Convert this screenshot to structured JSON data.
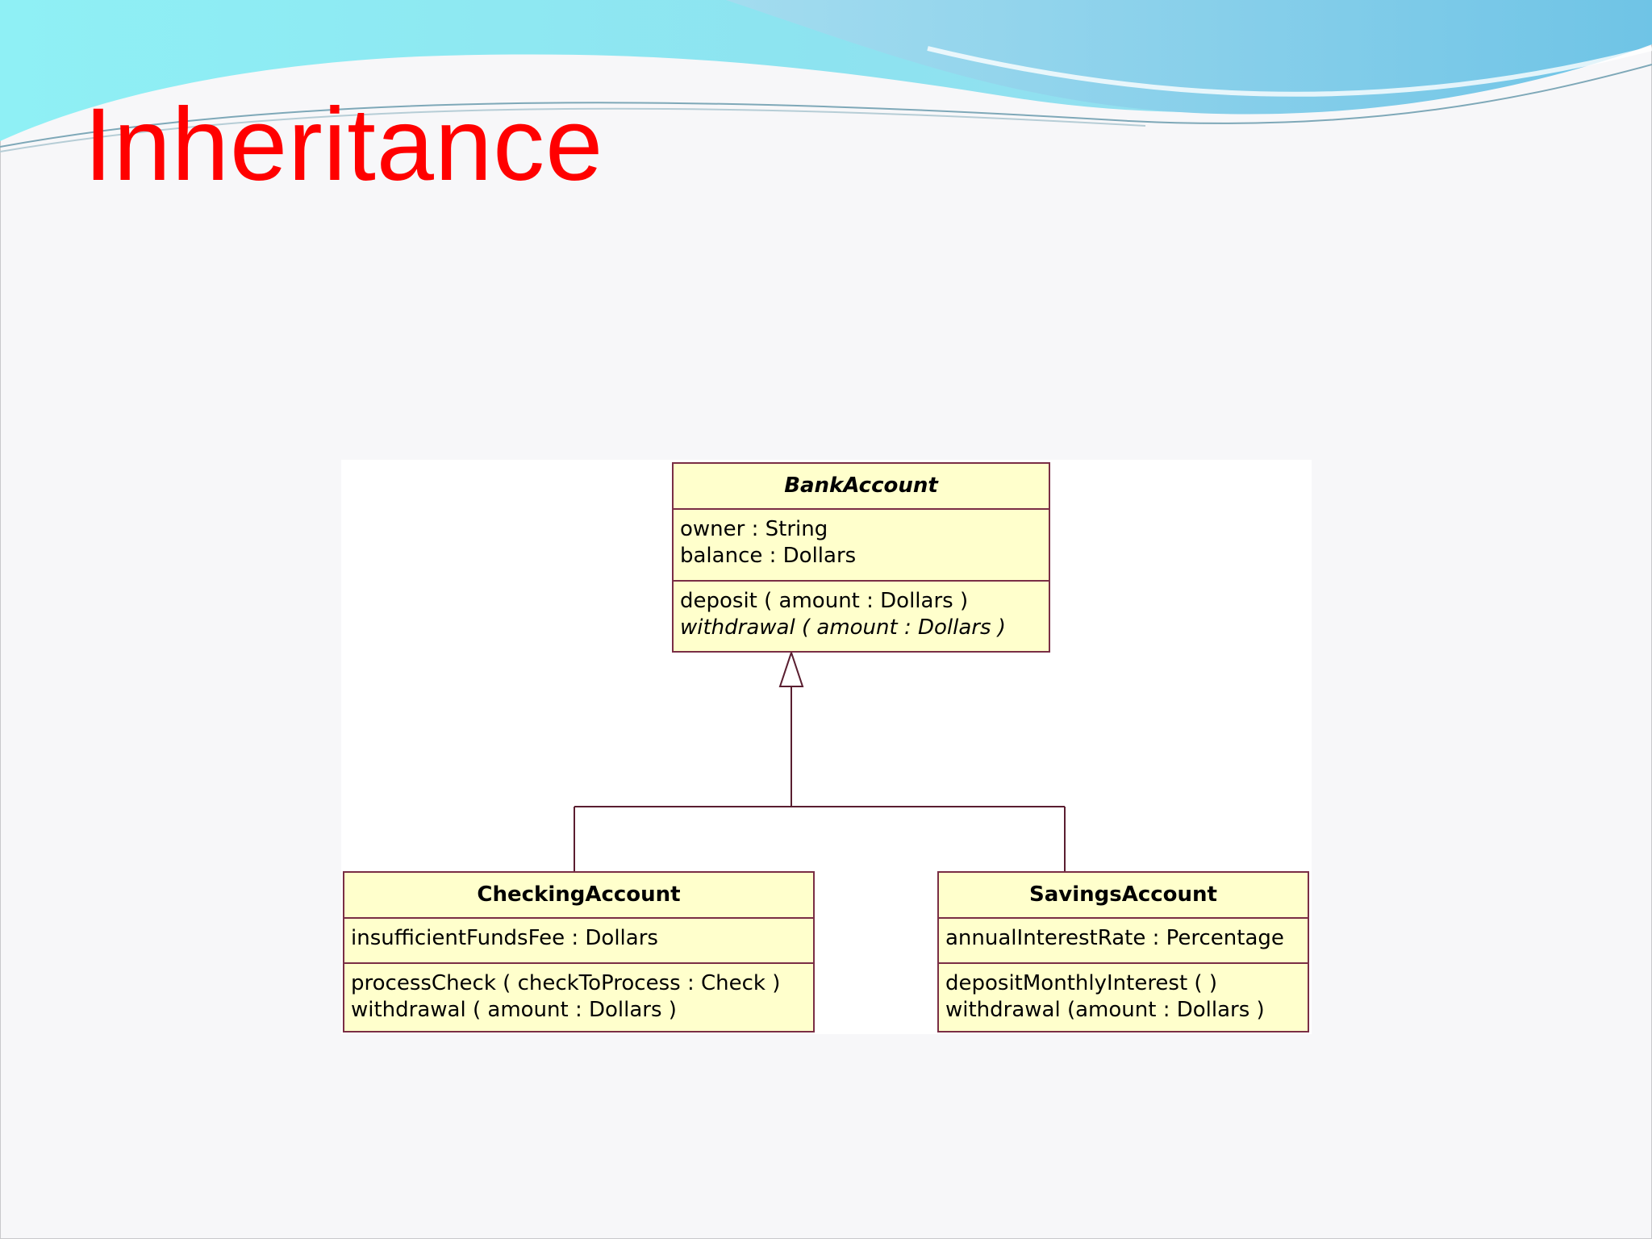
{
  "slide": {
    "title": "Inheritance",
    "title_color": "#ff0000"
  },
  "diagram": {
    "classes": {
      "bank_account": {
        "name": "BankAccount",
        "abstract": true,
        "attributes": [
          "owner : String",
          "balance : Dollars"
        ],
        "operations": [
          "deposit ( amount : Dollars )",
          "withdrawal ( amount : Dollars )"
        ],
        "abstract_operations": [
          "withdrawal ( amount : Dollars )"
        ]
      },
      "checking_account": {
        "name": "CheckingAccount",
        "attributes": [
          "insufficientFundsFee : Dollars"
        ],
        "operations": [
          "processCheck ( checkToProcess : Check )",
          "withdrawal ( amount : Dollars )"
        ]
      },
      "savings_account": {
        "name": "SavingsAccount",
        "attributes": [
          "annualInterestRate : Percentage"
        ],
        "operations": [
          "depositMonthlyInterest (  )",
          "withdrawal (amount : Dollars )"
        ]
      }
    },
    "relationships": [
      {
        "type": "generalization",
        "from": "CheckingAccount",
        "to": "BankAccount"
      },
      {
        "type": "generalization",
        "from": "SavingsAccount",
        "to": "BankAccount"
      }
    ],
    "colors": {
      "class_fill": "#ffffcc",
      "class_border": "#7a2e45",
      "connector": "#5a1e30"
    }
  }
}
